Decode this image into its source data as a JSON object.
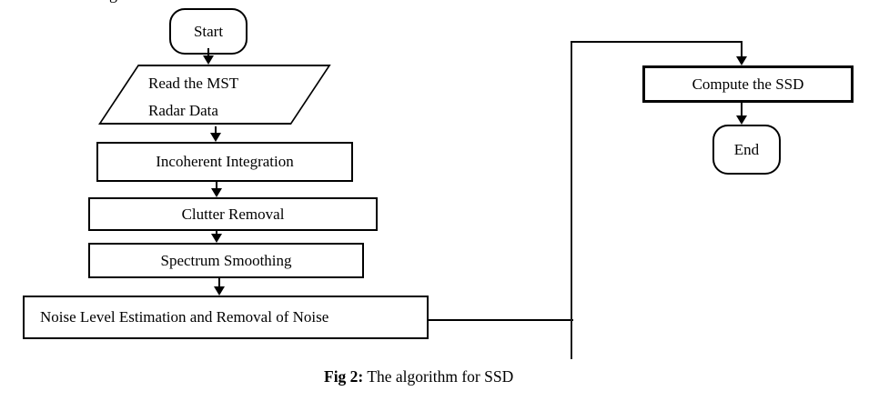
{
  "figure": {
    "caption": {
      "label": "Fig 2:",
      "text": " The algorithm for SSD"
    }
  },
  "flowchart": {
    "colors": {
      "stroke": "#000000",
      "fill": "#ffffff"
    },
    "nodes": [
      {
        "id": "start",
        "type": "terminator",
        "label": "Start"
      },
      {
        "id": "read",
        "type": "parallelogram",
        "label": "Read the MST\nRadar Data"
      },
      {
        "id": "incoherent",
        "type": "process",
        "label": "Incoherent Integration"
      },
      {
        "id": "clutter",
        "type": "process",
        "label": "Clutter Removal"
      },
      {
        "id": "smoothing",
        "type": "process",
        "label": "Spectrum Smoothing"
      },
      {
        "id": "noise",
        "type": "process",
        "label": "Noise Level Estimation and Removal of Noise"
      },
      {
        "id": "compute",
        "type": "process",
        "label": "Compute the SSD"
      },
      {
        "id": "end",
        "type": "terminator",
        "label": "End"
      }
    ],
    "edges": [
      {
        "from": "start",
        "to": "read"
      },
      {
        "from": "read",
        "to": "incoherent"
      },
      {
        "from": "incoherent",
        "to": "clutter"
      },
      {
        "from": "clutter",
        "to": "smoothing"
      },
      {
        "from": "smoothing",
        "to": "noise"
      },
      {
        "from": "noise",
        "to": "compute"
      },
      {
        "from": "compute",
        "to": "end"
      }
    ]
  },
  "artifacts": {
    "clipped_glyph": "g"
  }
}
